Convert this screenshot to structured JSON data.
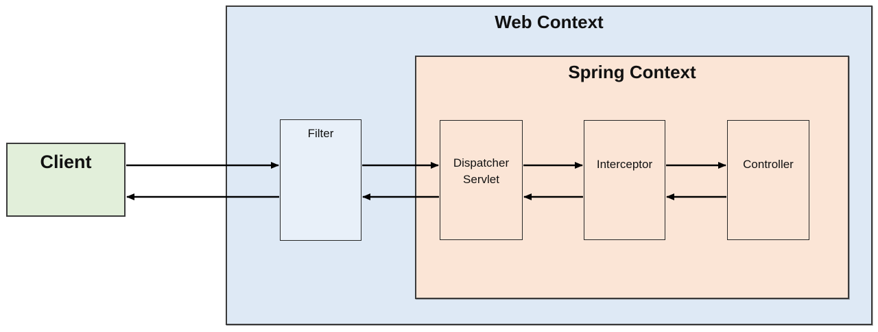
{
  "containers": {
    "web_context": "Web Context",
    "spring_context": "Spring Context"
  },
  "nodes": {
    "client": "Client",
    "filter": "Filter",
    "dispatcher_servlet": "Dispatcher Servlet",
    "interceptor": "Interceptor",
    "controller": "Controller"
  },
  "theme": {
    "web_context_bg": "#dee9f5",
    "spring_context_bg": "#fbe5d6",
    "client_bg": "#e2efda",
    "filter_bg": "#e8f0f9",
    "container_border": "#3a3a3a",
    "node_border": "#262626",
    "arrow_color": "#000000",
    "text_color": "#111111",
    "canvas_bg": "#ffffff"
  }
}
